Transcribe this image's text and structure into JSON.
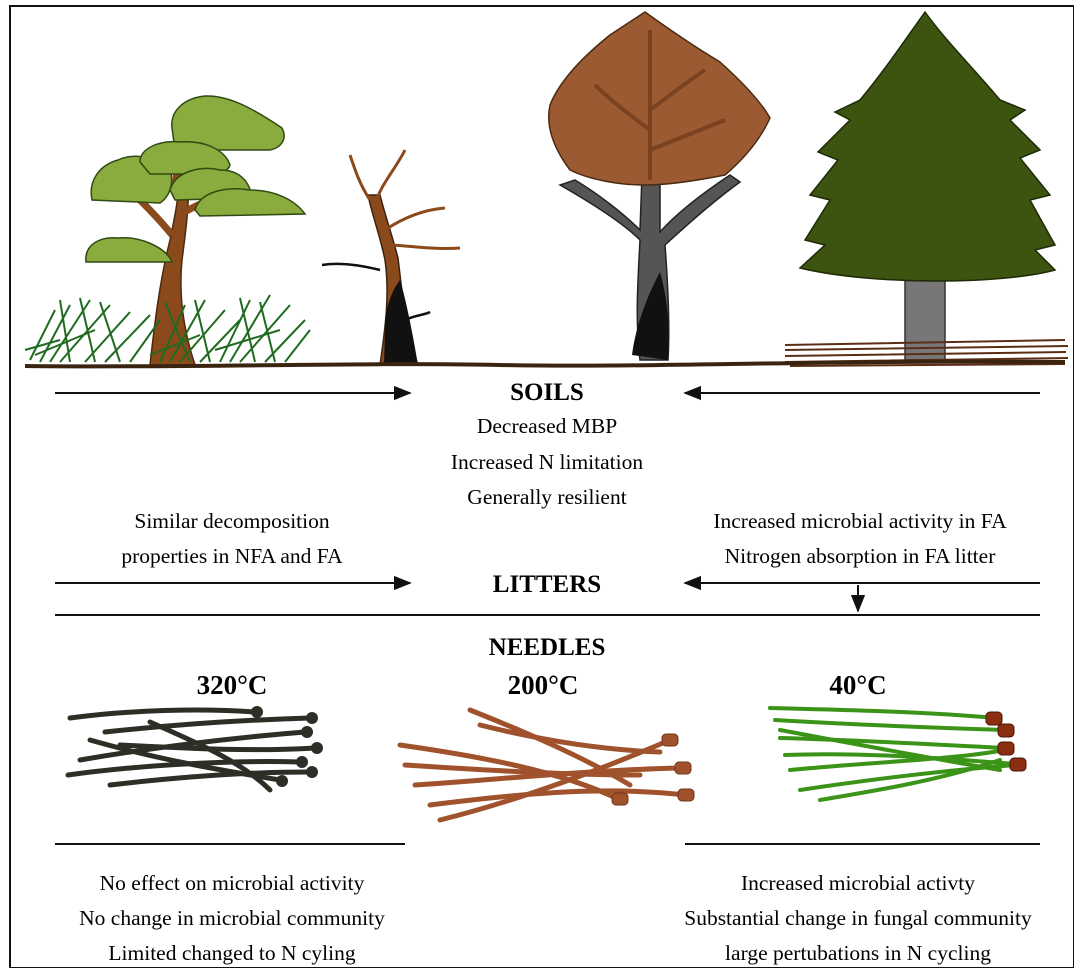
{
  "soils": {
    "title": "SOILS",
    "lines": [
      "Decreased MBP",
      "Increased N limitation",
      "Generally resilient"
    ]
  },
  "litters": {
    "title": "LITTERS",
    "left_lines": [
      "Similar decomposition",
      "properties in NFA and FA"
    ],
    "right_lines": [
      "Increased microbial activity in FA",
      "Nitrogen absorption in FA litter"
    ]
  },
  "needles": {
    "title": "NEEDLES",
    "temps": [
      "320°C",
      "200°C",
      "40°C"
    ],
    "left_lines": [
      "No effect on microbial activity",
      "No change in microbial community",
      "Limited changed to N cyling"
    ],
    "right_lines": [
      "Increased microbial activty",
      "Substantial change in fungal community",
      "large pertubations in N cycling"
    ]
  },
  "colors": {
    "green_canopy": "#8aab3e",
    "burnt_brown": "#8b4a1c",
    "dark_green": "#3d5410",
    "char_black": "#2b2f26",
    "needle_green": "#3b9418"
  }
}
